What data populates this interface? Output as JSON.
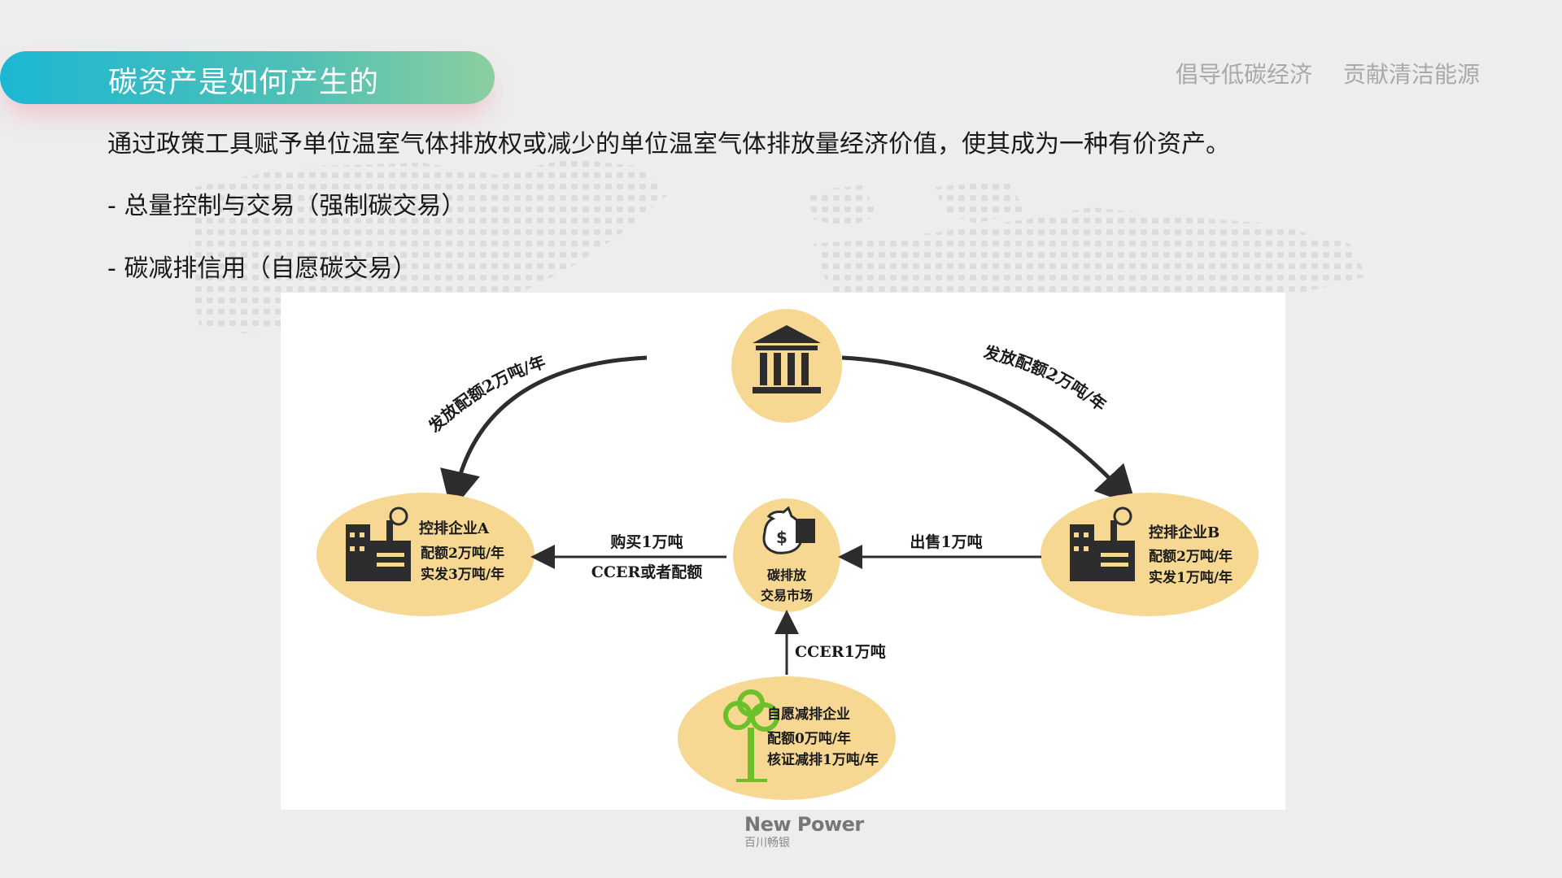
{
  "header": {
    "title": "碳资产是如何产生的",
    "slogans": [
      "倡导低碳经济",
      "贡献清洁能源"
    ]
  },
  "content": {
    "intro": "通过政策工具赋予单位温室气体排放权或减少的单位温室气体排放量经济价值，使其成为一种有价资产。",
    "bullets": [
      "- 总量控制与交易（强制碳交易）",
      "- 碳减排信用（自愿碳交易）"
    ]
  },
  "diagram": {
    "allocation_left": "发放配额2万吨/年",
    "allocation_right": "发放配额2万吨/年",
    "company_a": {
      "name": "控排企业A",
      "quota": "配额2万吨/年",
      "actual": "实发3万吨/年"
    },
    "company_b": {
      "name": "控排企业B",
      "quota": "配额2万吨/年",
      "actual": "实发1万吨/年"
    },
    "market": {
      "line1": "碳排放",
      "line2": "交易市场"
    },
    "buy": {
      "line1": "购买1万吨",
      "line2": "CCER或者配额"
    },
    "sell": "出售1万吨",
    "ccer": "CCER1万吨",
    "voluntary": {
      "name": "自愿减排企业",
      "quota": "配额0万吨/年",
      "verified": "核证减排1万吨/年"
    },
    "colors": {
      "ellipse": "#f6d892",
      "arrow": "#333333",
      "tree": "#6cc02a",
      "icon": "#2d2d2d"
    }
  },
  "footer": {
    "brand": "New Power",
    "sub": "百川畅银"
  }
}
